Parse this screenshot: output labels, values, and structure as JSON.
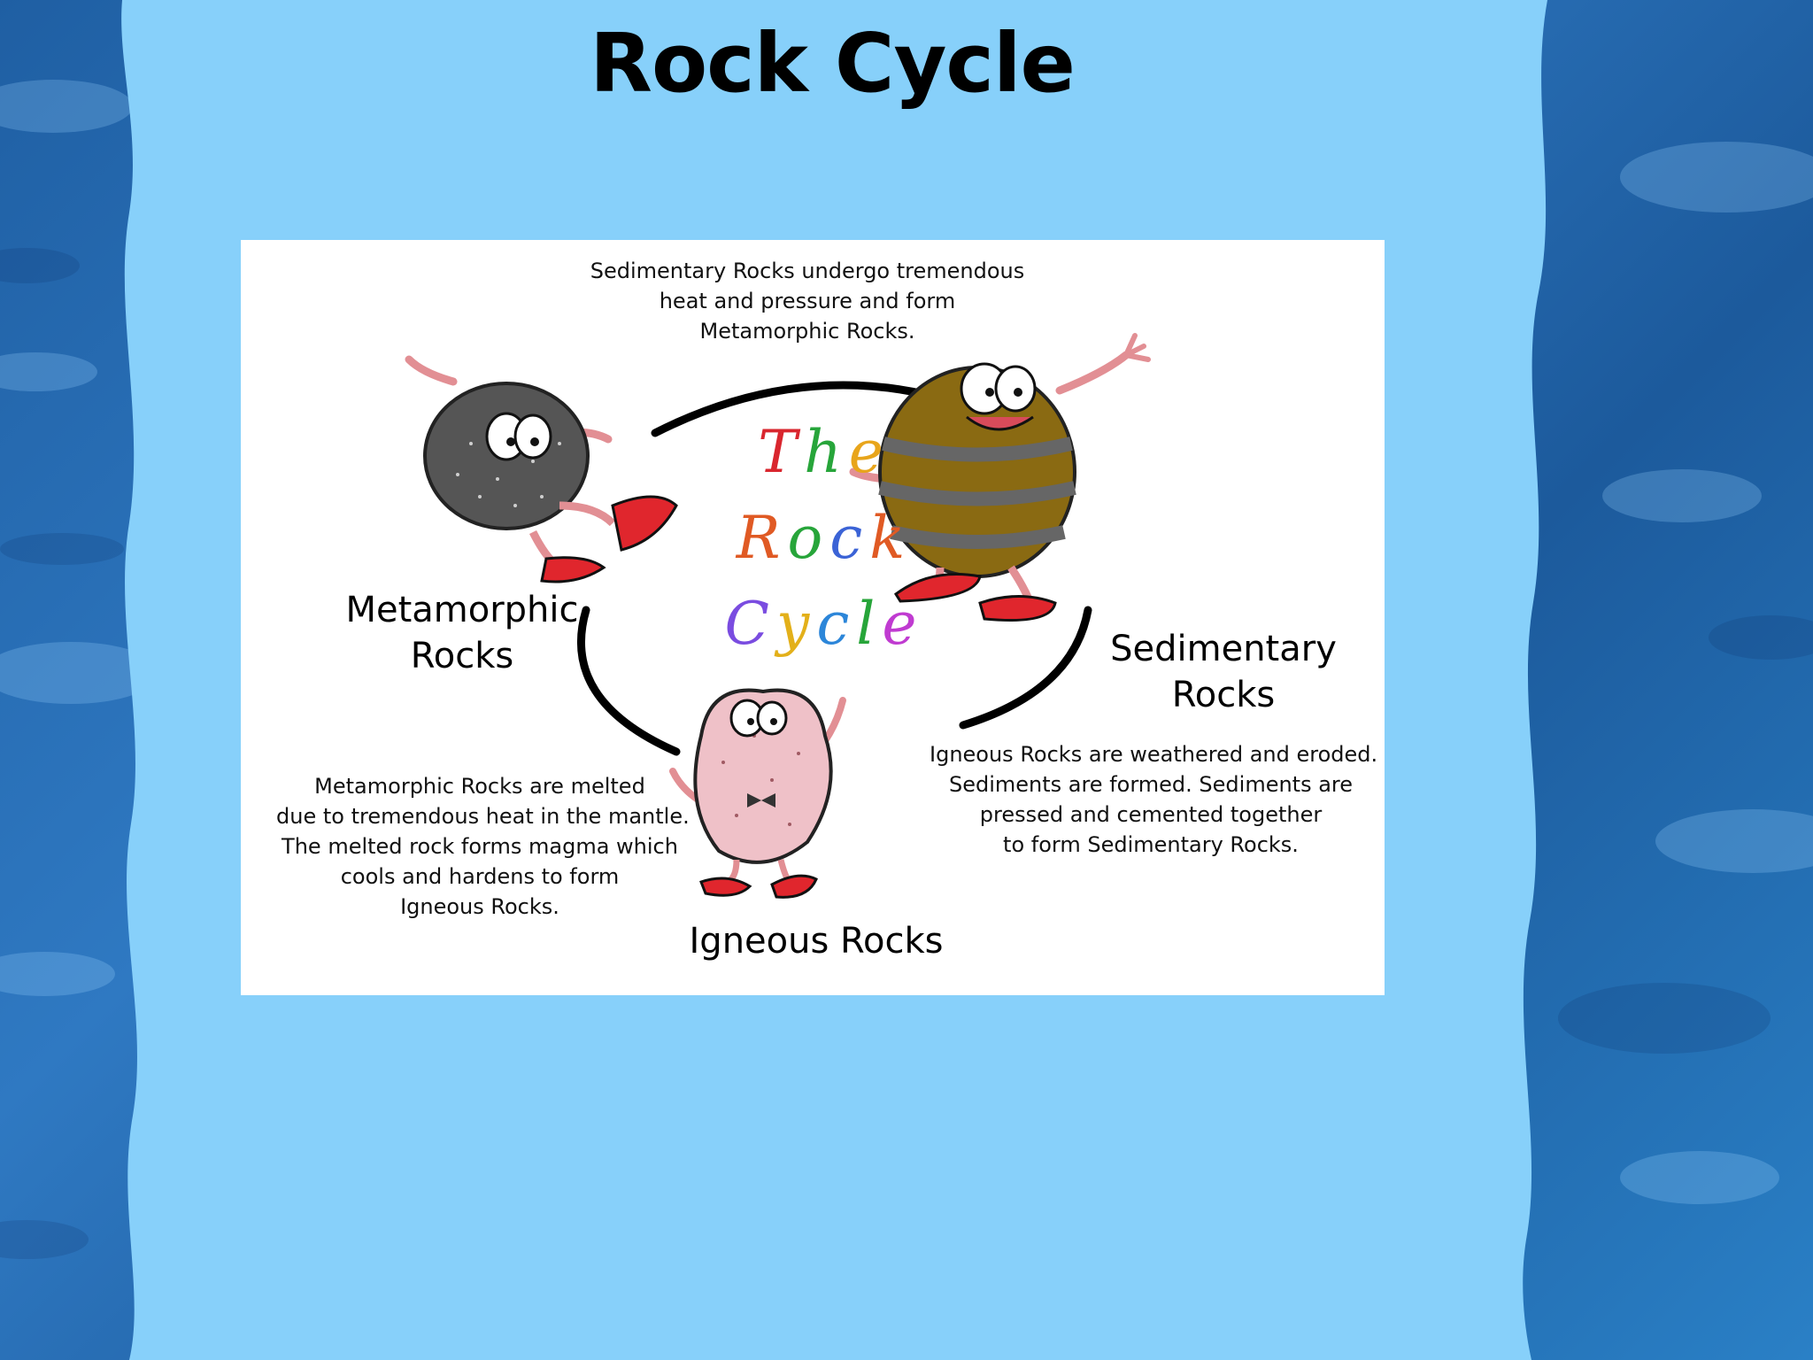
{
  "slide": {
    "title": "Rock Cycle"
  },
  "diagram": {
    "center_title": {
      "words": [
        {
          "text": "The",
          "colors": [
            "#d9262e",
            "#27a53a",
            "#e8a51b"
          ]
        },
        {
          "text": "Rock",
          "colors": [
            "#e05a24",
            "#27a53a",
            "#3b63d6",
            "#e05a24"
          ]
        },
        {
          "text": "Cycle",
          "colors": [
            "#7a4ce0",
            "#e3b01a",
            "#2c86d9",
            "#27a53a",
            "#c03bd1"
          ]
        }
      ]
    },
    "nodes": {
      "metamorphic": {
        "line1": "Metamorphic",
        "line2": "Rocks",
        "color": "#555555"
      },
      "sedimentary": {
        "line1": "Sedimentary",
        "line2": "Rocks",
        "color": "#8a6a12"
      },
      "igneous": {
        "line1": "Igneous Rocks",
        "color": "#efc1c8"
      }
    },
    "captions": {
      "top": [
        "Sedimentary Rocks undergo tremendous",
        "heat and pressure and form",
        "Metamorphic Rocks."
      ],
      "left": [
        "Metamorphic Rocks are melted",
        "due to tremendous heat in the mantle.",
        "The melted rock forms magma which",
        "cools and hardens to form",
        "Igneous Rocks."
      ],
      "right": [
        "Igneous Rocks are weathered and eroded.",
        "Sediments are formed. Sediments are",
        "pressed and cemented together",
        "to form Sedimentary Rocks."
      ]
    },
    "accent": {
      "shoe": "#e0262d",
      "skin": "#f1a6a8",
      "panel": "#87d0fa"
    }
  }
}
